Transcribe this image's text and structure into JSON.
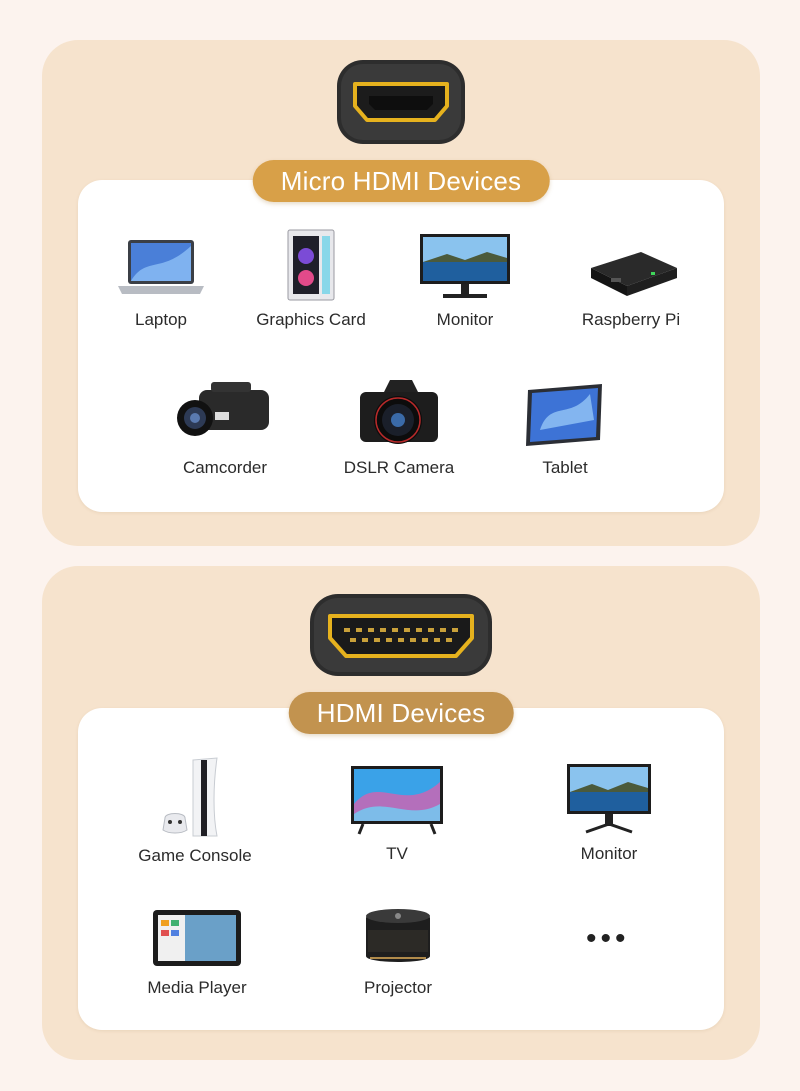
{
  "micro_section": {
    "title": "Micro HDMI Devices",
    "devices": [
      {
        "label": "Laptop",
        "icon": "laptop-icon"
      },
      {
        "label": "Graphics Card",
        "icon": "graphics-card-icon"
      },
      {
        "label": "Monitor",
        "icon": "monitor-icon"
      },
      {
        "label": "Raspberry Pi",
        "icon": "raspberry-pi-icon"
      },
      {
        "label": "Camcorder",
        "icon": "camcorder-icon"
      },
      {
        "label": "DSLR Camera",
        "icon": "dslr-camera-icon"
      },
      {
        "label": "Tablet",
        "icon": "tablet-icon"
      }
    ]
  },
  "hdmi_section": {
    "title": "HDMI Devices",
    "devices": [
      {
        "label": "Game Console",
        "icon": "game-console-icon"
      },
      {
        "label": "TV",
        "icon": "tv-icon"
      },
      {
        "label": "Monitor",
        "icon": "monitor-icon"
      },
      {
        "label": "Media Player",
        "icon": "media-player-icon"
      },
      {
        "label": "Projector",
        "icon": "projector-icon"
      }
    ],
    "more": "•••"
  },
  "colors": {
    "page_background": "#fcf3ee",
    "panel_background": "#f6e3cd",
    "pill_micro": "#d8a048",
    "pill_hdmi": "#c2934f",
    "connector_gold": "#e6b21e"
  }
}
